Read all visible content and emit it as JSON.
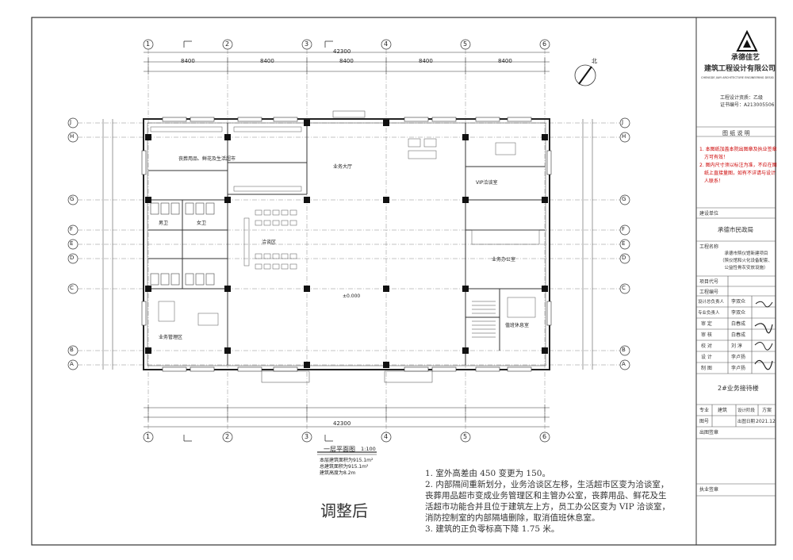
{
  "drawing": {
    "overall_dimension": "42300",
    "bay_dimensions": [
      "8400",
      "8400",
      "8400",
      "8400",
      "8400"
    ],
    "axes_numbers": [
      "1",
      "2",
      "3",
      "4",
      "5",
      "6"
    ],
    "axes_letters": [
      "J",
      "H",
      "G",
      "F",
      "E",
      "D",
      "C",
      "B",
      "A"
    ],
    "room_labels": {
      "toilet_m": "男卫",
      "toilet_f": "女卫",
      "hall": "业务大厅",
      "consult": "洽谈区",
      "vip": "VIP洽谈室",
      "office": "业务办公室",
      "duty": "值班休息室",
      "store": "丧葬用品、鲜花及生活超市",
      "mgmt": "业务管理区",
      "elevation": "±0.000",
      "north": "北"
    },
    "plan_title": "一层平面图",
    "plan_scale": "1:100",
    "area_lines": [
      "本层建筑面积为915.1m²",
      "总建筑面积为915.1m²",
      "建筑高度为8.2m"
    ]
  },
  "notes": {
    "heading": "调整后",
    "lines": [
      "1. 室外高差由 450 变更为 150。",
      "2. 内部隔间重新划分，业务洽谈区左移，生活超市区变为洽谈室，",
      "丧葬用品超市变成业务管理区和主管办公室，丧葬用品、鲜花及生",
      "活超市功能合并且位于建筑左上方，员工办公区变为 VIP 洽谈室，",
      "消防控制室的内部隔墙删除，取消值班休息室。",
      "3. 建筑的正负零标高下降 1.75 米。"
    ]
  },
  "titleblock": {
    "company_short": "承德佳艺",
    "company_full": "建筑工程设计有限公司",
    "company_en": "CHENGDE JIAYI ARCHITECTURE ENGINEERING DESIGN CO.LTD",
    "cert_level": "工程设计资质：乙级",
    "cert_no": "证书编号：A213005506",
    "notes_title": "图 纸 说 明",
    "notes_lines": [
      "1. 本图纸加盖本院出图章及执业签章",
      "方可有效！",
      "2. 图内尺寸须以标注为准，不应在图",
      "纸上直接量图，如有不详请与设计",
      "人联系！"
    ],
    "client_label": "建设单位",
    "client": "承德市民政局",
    "project_label": "工程名称",
    "project_lines": [
      "承德市殡仪馆新建项目",
      "（殡仪馆和火化设备配套、",
      "公益性骨灰安放设施）"
    ],
    "project_code_label": "项目代号",
    "job_no_label": "工程编号",
    "roles": [
      {
        "role": "设计总负责人",
        "name": "李双众"
      },
      {
        "role": "专业负责人",
        "name": "李双众"
      },
      {
        "role": "审   定",
        "name": "白春成"
      },
      {
        "role": "审   核",
        "name": "白春成"
      },
      {
        "role": "校   对",
        "name": "刘 淳"
      },
      {
        "role": "设   计",
        "name": "李卢扬"
      },
      {
        "role": "制   图",
        "name": "李卢扬"
      }
    ],
    "drawing_name": "2#业务接待楼",
    "discipline_label": "专业",
    "discipline": "建筑",
    "stage_label": "设计阶段",
    "stage": "方案",
    "drawing_no_label": "图号",
    "date_label": "出图日期",
    "date": "2021.12",
    "stamp_label": "出图签章",
    "seal_label": "执业签章"
  }
}
